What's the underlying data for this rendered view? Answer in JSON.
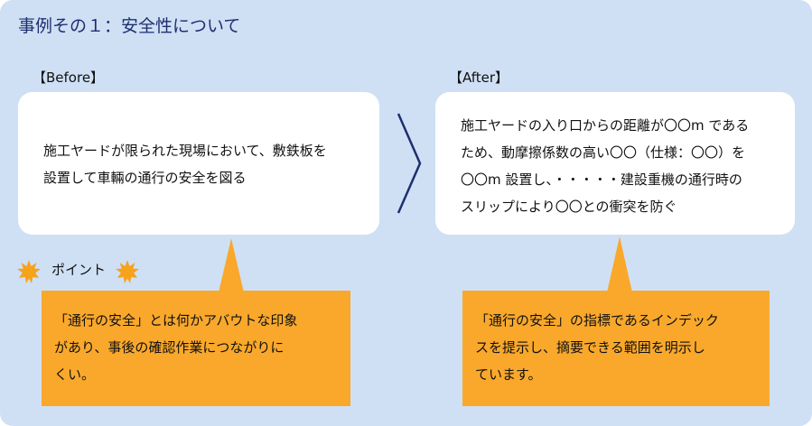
{
  "title": "事例その１：安全性について",
  "before": {
    "label": "【Before】",
    "lines": [
      "施工ヤードが限られた現場において、敷鉄板を",
      "設置して車輛の通行の安全を図る"
    ]
  },
  "after": {
    "label": "【After】",
    "lines": [
      "施工ヤードの入り口からの距離が〇〇m である",
      "ため、動摩擦係数の高い〇〇（仕様：〇〇）を",
      "〇〇m 設置し、・・・・・建設重機の通行時の",
      "スリップにより〇〇との衝突を防ぐ"
    ]
  },
  "point": {
    "label": "ポイント",
    "icon": "starburst-icon"
  },
  "note_left": {
    "lines": [
      "「通行の安全」とは何かアバウトな印象",
      "があり、事後の確認作業につながりに",
      "くい。"
    ]
  },
  "note_right": {
    "lines": [
      "「通行の安全」の指標であるインデック",
      "スを提示し、摘要できる範囲を明示し",
      "ています。"
    ]
  },
  "colors": {
    "panel": "#cfe0f5",
    "title": "#1d2f6f",
    "note": "#f9a82b",
    "arrow": "#1d2f6f",
    "burst": "#f6a21c"
  }
}
